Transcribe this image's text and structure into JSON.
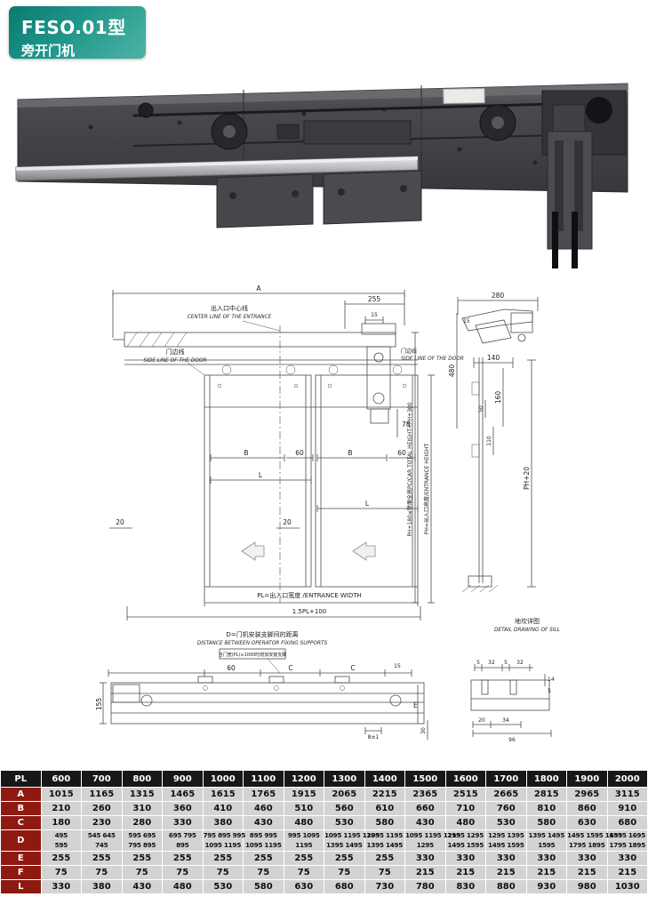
{
  "badge": {
    "line1": "FESO.01型",
    "line2": "旁开门机"
  },
  "drawing": {
    "dim_a": "A",
    "dim_255": "255",
    "dim_15_top": "15",
    "center_line_cn": "出入口中心线",
    "center_line_en": "CENTER LINE OF THE ENTRANCE",
    "door_line_left_cn": "门边线",
    "door_line_left_en": "SIDE LINE OF THE DOOR",
    "door_line_right_cn": "门边线",
    "door_line_right_en": "SIDE LINE OF THE DOOR",
    "dim_78": "78",
    "dim_b1": "B",
    "dim_b2": "B",
    "dim_60_1": "60",
    "dim_60_2": "60",
    "dim_l1": "L",
    "dim_l2": "L",
    "dim_20_1": "20",
    "dim_20_2": "20",
    "pl_label": "PL=出入口宽度 /ENTRANCE WIDTH",
    "pl15_label": "1.5PL+100",
    "ph_total": "PH+180≤轿厢全高PC/CAR TOTAL HEIGHT<PH+300",
    "ph_entrance": "PH=出入口高度/ENTRANCE HEIGHT",
    "ph20": "PH+20",
    "dim_280": "280",
    "dim_15_side": "15",
    "dim_140": "140",
    "dim_480": "480",
    "dim_160": "160",
    "dim_50": "50",
    "dim_110": "110",
    "sill_title_cn": "地坎详图",
    "sill_title_en": "DETAIL DRAWING  OF SILL",
    "d_label_cn": "D=门机安装支脚间的距离",
    "d_label_en": "DISTANCE BETWEEN OPERATOR FIXING SUPPORTS",
    "note_support": "当门宽(PL)≥1000时增加安装支脚",
    "dim_60_3": "60",
    "dim_c1": "C",
    "dim_c2": "C",
    "dim_15_plan": "15",
    "dim_155": "155",
    "dim_e": "E",
    "dim_8": "8±1",
    "dim_30": "30",
    "sill_5a": "5",
    "sill_32a": "32",
    "sill_5b": "5",
    "sill_32b": "32",
    "sill_14": "14",
    "sill_5c": "5",
    "sill_20": "20",
    "sill_34": "34",
    "sill_96": "96"
  },
  "table": {
    "header": [
      "PL",
      "600",
      "700",
      "800",
      "900",
      "1000",
      "1100",
      "1200",
      "1300",
      "1400",
      "1500",
      "1600",
      "1700",
      "1800",
      "1900",
      "2000"
    ],
    "rows": [
      {
        "label": "A",
        "cells": [
          "1015",
          "1165",
          "1315",
          "1465",
          "1615",
          "1765",
          "1915",
          "2065",
          "2215",
          "2365",
          "2515",
          "2665",
          "2815",
          "2965",
          "3115"
        ]
      },
      {
        "label": "B",
        "cells": [
          "210",
          "260",
          "310",
          "360",
          "410",
          "460",
          "510",
          "560",
          "610",
          "660",
          "710",
          "760",
          "810",
          "860",
          "910"
        ]
      },
      {
        "label": "C",
        "cells": [
          "180",
          "230",
          "280",
          "330",
          "380",
          "430",
          "480",
          "530",
          "580",
          "430",
          "480",
          "530",
          "580",
          "630",
          "680"
        ]
      },
      {
        "label": "D",
        "cells": [
          [
            "495",
            "595"
          ],
          [
            "545 645",
            "745"
          ],
          [
            "595 695",
            "795 895"
          ],
          [
            "695 795",
            "895"
          ],
          [
            "795 895 995",
            "1095 1195"
          ],
          [
            "895 995",
            "1095 1195"
          ],
          [
            "995 1095",
            "1195"
          ],
          [
            "1095 1195 1295",
            "1395 1495"
          ],
          [
            "1095 1195",
            "1395 1495"
          ],
          [
            "1095 1195 1295",
            "1295"
          ],
          [
            "1195 1295",
            "1495 1595"
          ],
          [
            "1295 1395",
            "1495 1595"
          ],
          [
            "1395 1495",
            "1595"
          ],
          [
            "1495 1595 1695",
            "1795 1895"
          ],
          [
            "1595 1695",
            "1795 1895"
          ]
        ]
      },
      {
        "label": "E",
        "cells": [
          "255",
          "255",
          "255",
          "255",
          "255",
          "255",
          "255",
          "255",
          "255",
          "330",
          "330",
          "330",
          "330",
          "330",
          "330"
        ]
      },
      {
        "label": "F",
        "cells": [
          "75",
          "75",
          "75",
          "75",
          "75",
          "75",
          "75",
          "75",
          "75",
          "215",
          "215",
          "215",
          "215",
          "215",
          "215"
        ]
      },
      {
        "label": "L",
        "cells": [
          "330",
          "380",
          "430",
          "480",
          "530",
          "580",
          "630",
          "680",
          "730",
          "780",
          "830",
          "880",
          "930",
          "980",
          "1030"
        ]
      }
    ]
  }
}
